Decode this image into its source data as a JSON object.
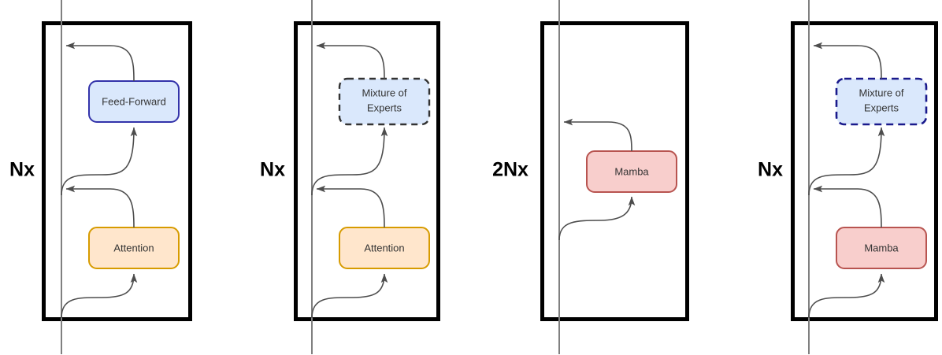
{
  "figure": {
    "type": "architecture-diagram",
    "background_color": "#ffffff",
    "panel_count": 4
  },
  "palette": {
    "panel_border": "#000000",
    "residual_line": "#808080",
    "arrow": "#4d4d4d",
    "feed_forward_fill": "#dae8fc",
    "feed_forward_stroke": "#3333aa",
    "attention_fill": "#ffe6cc",
    "attention_stroke": "#d79b00",
    "mamba_fill": "#f8cecc",
    "mamba_stroke": "#b85450",
    "moe_fill": "#dae8fc",
    "moe_stroke_dark": "#333333",
    "moe_stroke_blue": "#1a1a8c",
    "label_text": "#333333",
    "repeat_text": "#000000"
  },
  "panels": [
    {
      "id": "transformer",
      "repeat_label": "Nx",
      "blocks": [
        {
          "id": "feed-forward",
          "label": "Feed-Forward",
          "style": "feed_forward",
          "border": "solid",
          "lines": [
            "Feed-Forward"
          ]
        },
        {
          "id": "attention",
          "label": "Attention",
          "style": "attention",
          "border": "solid",
          "lines": [
            "Attention"
          ]
        }
      ]
    },
    {
      "id": "transformer-moe",
      "repeat_label": "Nx",
      "blocks": [
        {
          "id": "mixture-of-experts",
          "label": "Mixture of Experts",
          "style": "moe_dark",
          "border": "dashed",
          "lines": [
            "Mixture of",
            "Experts"
          ]
        },
        {
          "id": "attention",
          "label": "Attention",
          "style": "attention",
          "border": "solid",
          "lines": [
            "Attention"
          ]
        }
      ]
    },
    {
      "id": "mamba",
      "repeat_label": "2Nx",
      "blocks": [
        {
          "id": "mamba",
          "label": "Mamba",
          "style": "mamba",
          "border": "solid",
          "lines": [
            "Mamba"
          ]
        }
      ]
    },
    {
      "id": "mamba-moe",
      "repeat_label": "Nx",
      "blocks": [
        {
          "id": "mixture-of-experts",
          "label": "Mixture of Experts",
          "style": "moe_blue",
          "border": "dashed",
          "lines": [
            "Mixture of",
            "Experts"
          ]
        },
        {
          "id": "mamba",
          "label": "Mamba",
          "style": "mamba",
          "border": "solid",
          "lines": [
            "Mamba"
          ]
        }
      ]
    }
  ],
  "labels": {
    "p1_repeat": "Nx",
    "p2_repeat": "Nx",
    "p3_repeat": "2Nx",
    "p4_repeat": "Nx",
    "feed_forward": "Feed-Forward",
    "attention_1": "Attention",
    "attention_2": "Attention",
    "moe_line1_p2": "Mixture of",
    "moe_line2_p2": "Experts",
    "moe_line1_p4": "Mixture of",
    "moe_line2_p4": "Experts",
    "mamba_p3": "Mamba",
    "mamba_p4": "Mamba"
  }
}
